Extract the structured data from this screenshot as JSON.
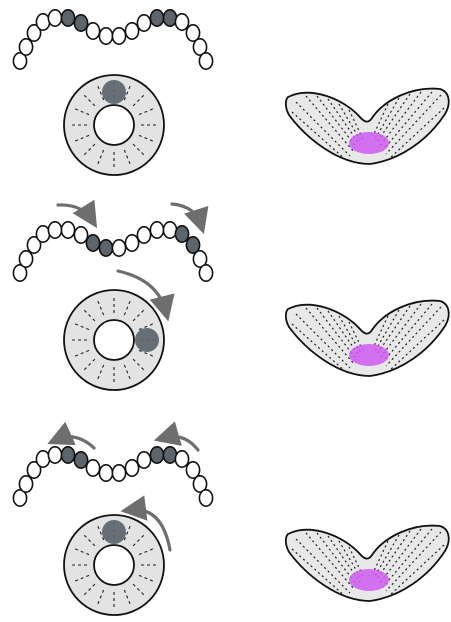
{
  "colors": {
    "background": "#ffffff",
    "outline": "#111111",
    "bead_fill": "#ffffff",
    "bead_active": "#5c646c",
    "ring_fill": "#e3e3e3",
    "ring_marker": "#5c646c",
    "arrow": "#6e6e6e",
    "shape_fill": "#e8e8e8",
    "dotted_line": "#222222",
    "highlight": "#cf5af0"
  },
  "icons": {
    "bead_chain": "bead-chain",
    "ring": "rotating-ring",
    "curved_arrow": "curved-arrow",
    "v_shape": "bent-v-shape",
    "ellipse": "purple-ellipse"
  },
  "panels": [
    {
      "id": "top",
      "chain_arrows": "none",
      "ring_marker_angle_deg": 0,
      "ring_arrow": "none",
      "shape_highlight": "center"
    },
    {
      "id": "middle",
      "chain_arrows": "right",
      "ring_marker_angle_deg": 90,
      "ring_arrow": "clockwise",
      "shape_highlight": "center"
    },
    {
      "id": "bottom",
      "chain_arrows": "left",
      "ring_marker_angle_deg": 0,
      "ring_arrow": "counterclockwise",
      "shape_highlight": "center"
    }
  ]
}
